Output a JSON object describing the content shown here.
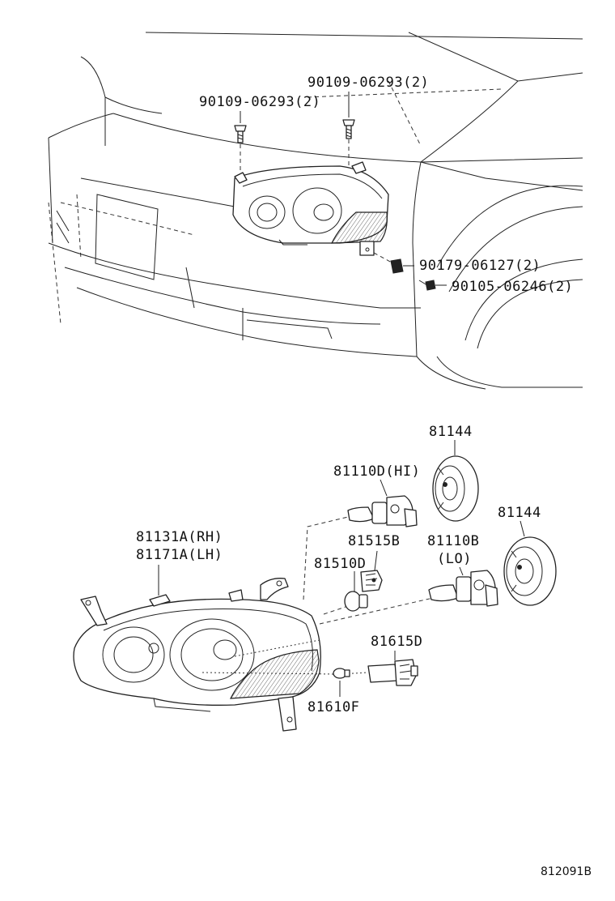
{
  "upper_view": {
    "part_labels": [
      "90109-06293(2)",
      "90109-06293(2)",
      "90179-06127(2)",
      "90105-06246(2)"
    ]
  },
  "exploded_view": {
    "part_labels": [
      "81144",
      "81110D(HI)",
      "81144",
      "81131A(RH)",
      "81171A(LH)",
      "81515B",
      "81110B",
      "(LO)",
      "81510D",
      "81615D",
      "81610F"
    ]
  },
  "diagram_code": "812091B"
}
